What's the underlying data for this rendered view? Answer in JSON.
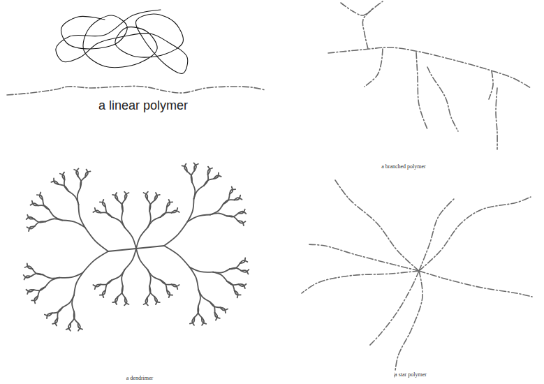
{
  "diagram": {
    "labels": [
      "a linear polymer",
      "a branched polymer",
      "a dendrimer",
      "a star polymer"
    ]
  }
}
